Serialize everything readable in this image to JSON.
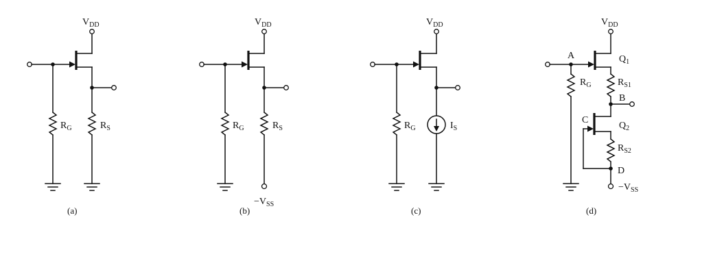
{
  "circuits": [
    {
      "caption": "(a)",
      "supply": {
        "main": "V",
        "sub": "DD"
      },
      "rg": {
        "main": "R",
        "sub": "G"
      },
      "rs": {
        "main": "R",
        "sub": "S"
      }
    },
    {
      "caption": "(b)",
      "supply": {
        "main": "V",
        "sub": "DD"
      },
      "rg": {
        "main": "R",
        "sub": "G"
      },
      "rs": {
        "main": "R",
        "sub": "S"
      },
      "neg_supply": {
        "main": "−V",
        "sub": "SS"
      }
    },
    {
      "caption": "(c)",
      "supply": {
        "main": "V",
        "sub": "DD"
      },
      "rg": {
        "main": "R",
        "sub": "G"
      },
      "is": {
        "main": "I",
        "sub": "S"
      }
    },
    {
      "caption": "(d)",
      "supply": {
        "main": "V",
        "sub": "DD"
      },
      "rg": {
        "main": "R",
        "sub": "G"
      },
      "rs1": {
        "main": "R",
        "sub": "S1"
      },
      "rs2": {
        "main": "R",
        "sub": "S2"
      },
      "q1": {
        "main": "Q",
        "sub": "1"
      },
      "q2": {
        "main": "Q",
        "sub": "2"
      },
      "node_a": "A",
      "node_b": "B",
      "node_c": "C",
      "node_d": "D",
      "neg_supply": {
        "main": "−V",
        "sub": "SS"
      }
    }
  ]
}
